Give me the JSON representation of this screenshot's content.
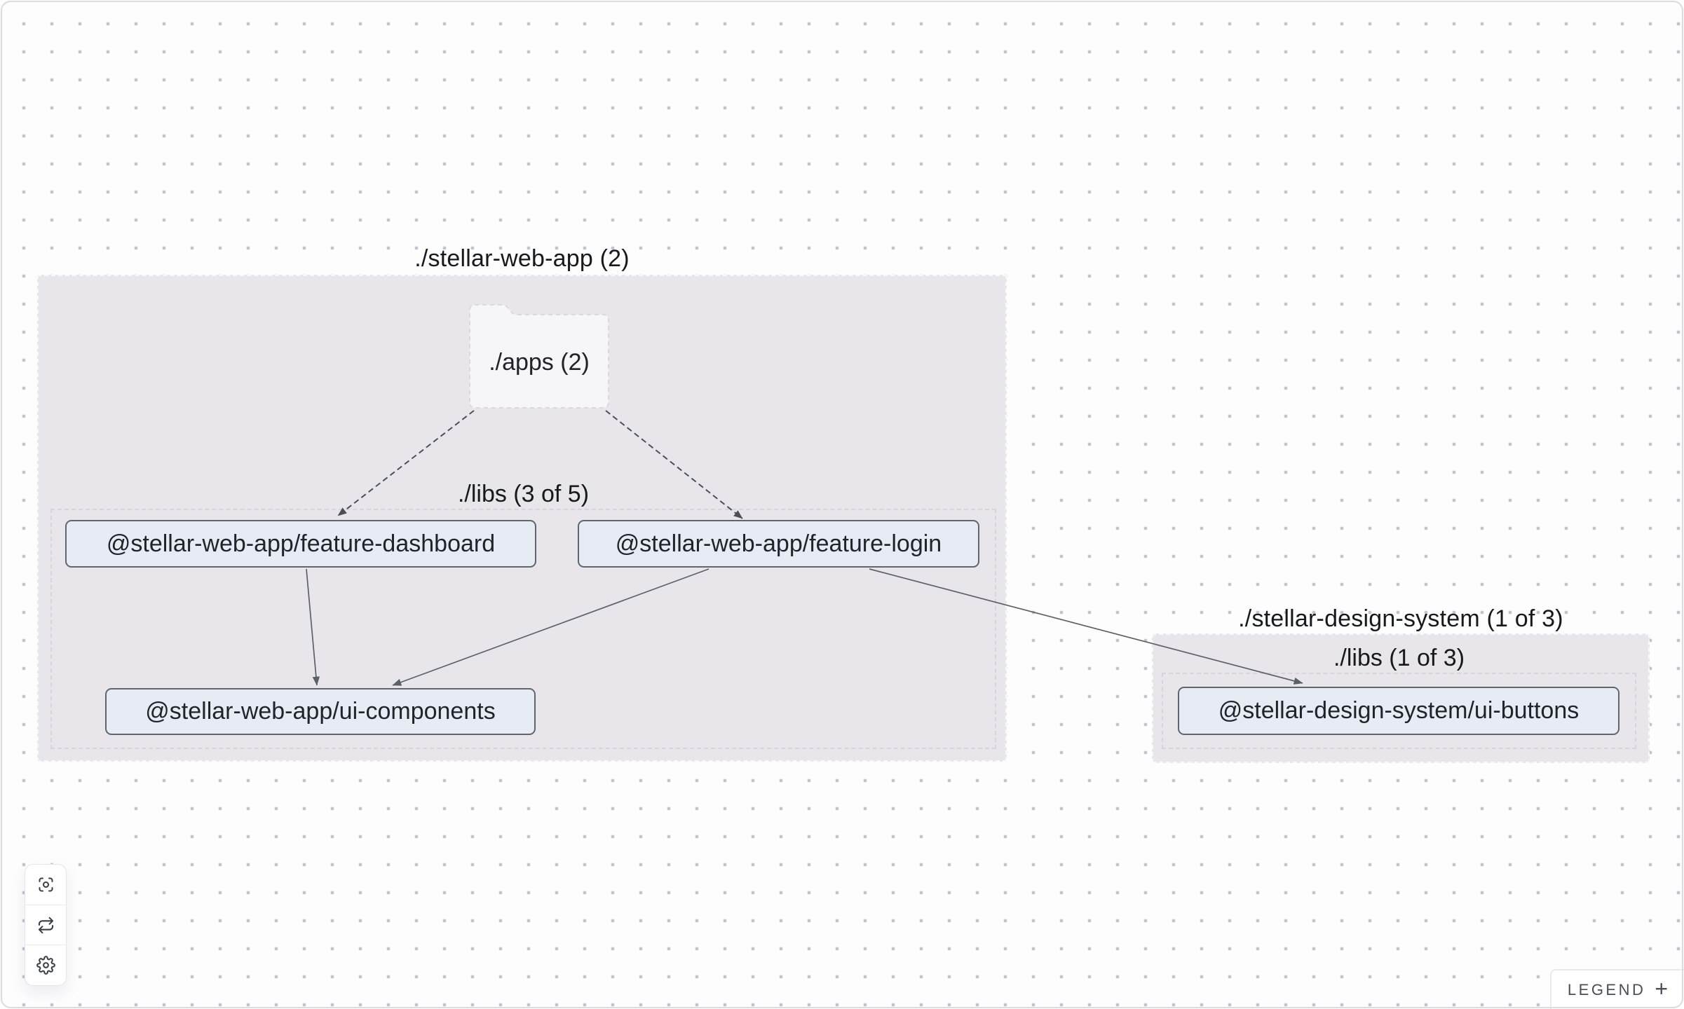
{
  "graph": {
    "groups": [
      {
        "label": "./stellar-web-app (2)"
      },
      {
        "label": "./stellar-design-system (1 of 3)"
      }
    ],
    "folder": {
      "label": "./apps (2)"
    },
    "subgroups": [
      {
        "label": "./libs (3 of 5)"
      },
      {
        "label": "./libs (1 of 3)"
      }
    ],
    "nodes": [
      {
        "label": "@stellar-web-app/feature-dashboard"
      },
      {
        "label": "@stellar-web-app/feature-login"
      },
      {
        "label": "@stellar-web-app/ui-components"
      },
      {
        "label": "@stellar-design-system/ui-buttons"
      }
    ],
    "edges": [
      {
        "from": "./apps",
        "to": "@stellar-web-app/feature-dashboard",
        "style": "dashed"
      },
      {
        "from": "./apps",
        "to": "@stellar-web-app/feature-login",
        "style": "dashed"
      },
      {
        "from": "@stellar-web-app/feature-dashboard",
        "to": "@stellar-web-app/ui-components",
        "style": "solid"
      },
      {
        "from": "@stellar-web-app/feature-login",
        "to": "@stellar-web-app/ui-components",
        "style": "solid"
      },
      {
        "from": "@stellar-web-app/feature-login",
        "to": "@stellar-design-system/ui-buttons",
        "style": "solid"
      }
    ]
  },
  "toolbar": {
    "buttons": [
      {
        "icon": "focus-icon"
      },
      {
        "icon": "refresh-icon"
      },
      {
        "icon": "settings-icon"
      }
    ]
  },
  "legend": {
    "label": "LEGEND",
    "expand_glyph": "+"
  },
  "colors": {
    "canvas": "#fdfdfe",
    "dot": "#8a96aa",
    "group_fill": "#e8e6eb",
    "group_border": "#faf9fc",
    "subgroup_border": "#d8d4dc",
    "node_fill": "#e7ebf4",
    "node_border": "#60656e",
    "folder_fill": "#f6f5f8",
    "edge_dashed": "#4c5056",
    "edge_solid": "#5d6167",
    "text": "#1f242b"
  }
}
